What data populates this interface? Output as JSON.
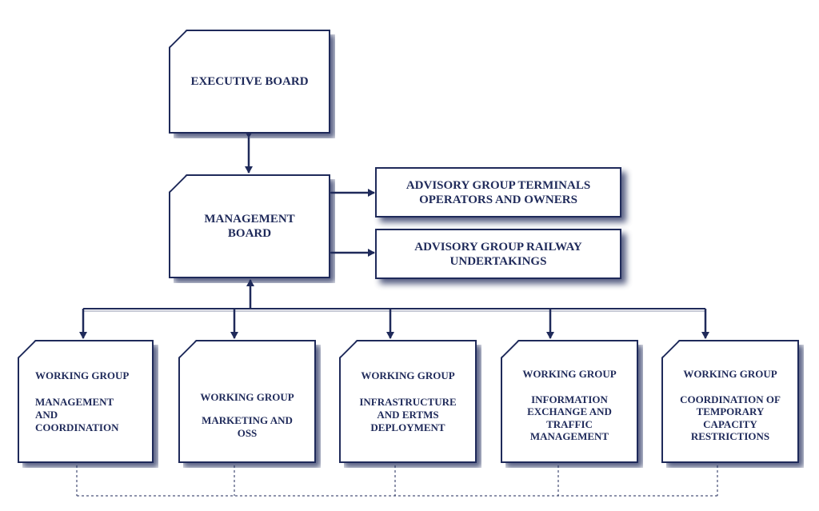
{
  "executive_board": {
    "label": "EXECUTIVE BOARD"
  },
  "management_board": {
    "label": "MANAGEMENT\nBOARD"
  },
  "advisory_groups": [
    {
      "label": "ADVISORY GROUP TERMINALS OPERATORS AND OWNERS"
    },
    {
      "label": "ADVISORY GROUP RAILWAY UNDERTAKINGS"
    }
  ],
  "working_groups": [
    {
      "title": "WORKING GROUP",
      "desc": "MANAGEMENT AND COORDINATION"
    },
    {
      "title": "WORKING GROUP",
      "desc": "MARKETING AND OSS"
    },
    {
      "title": "WORKING GROUP",
      "desc": "INFRASTRUCTURE AND ERTMS DEPLOYMENT"
    },
    {
      "title": "WORKING GROUP",
      "desc": "INFORMATION EXCHANGE AND TRAFFIC MANAGEMENT"
    },
    {
      "title": "WORKING GROUP",
      "desc": "COORDINATION OF TEMPORARY CAPACITY RESTRICTIONS"
    }
  ],
  "colors": {
    "navy": "#1f2a5a",
    "shadow": "#1f2a5a",
    "background": "#ffffff"
  }
}
